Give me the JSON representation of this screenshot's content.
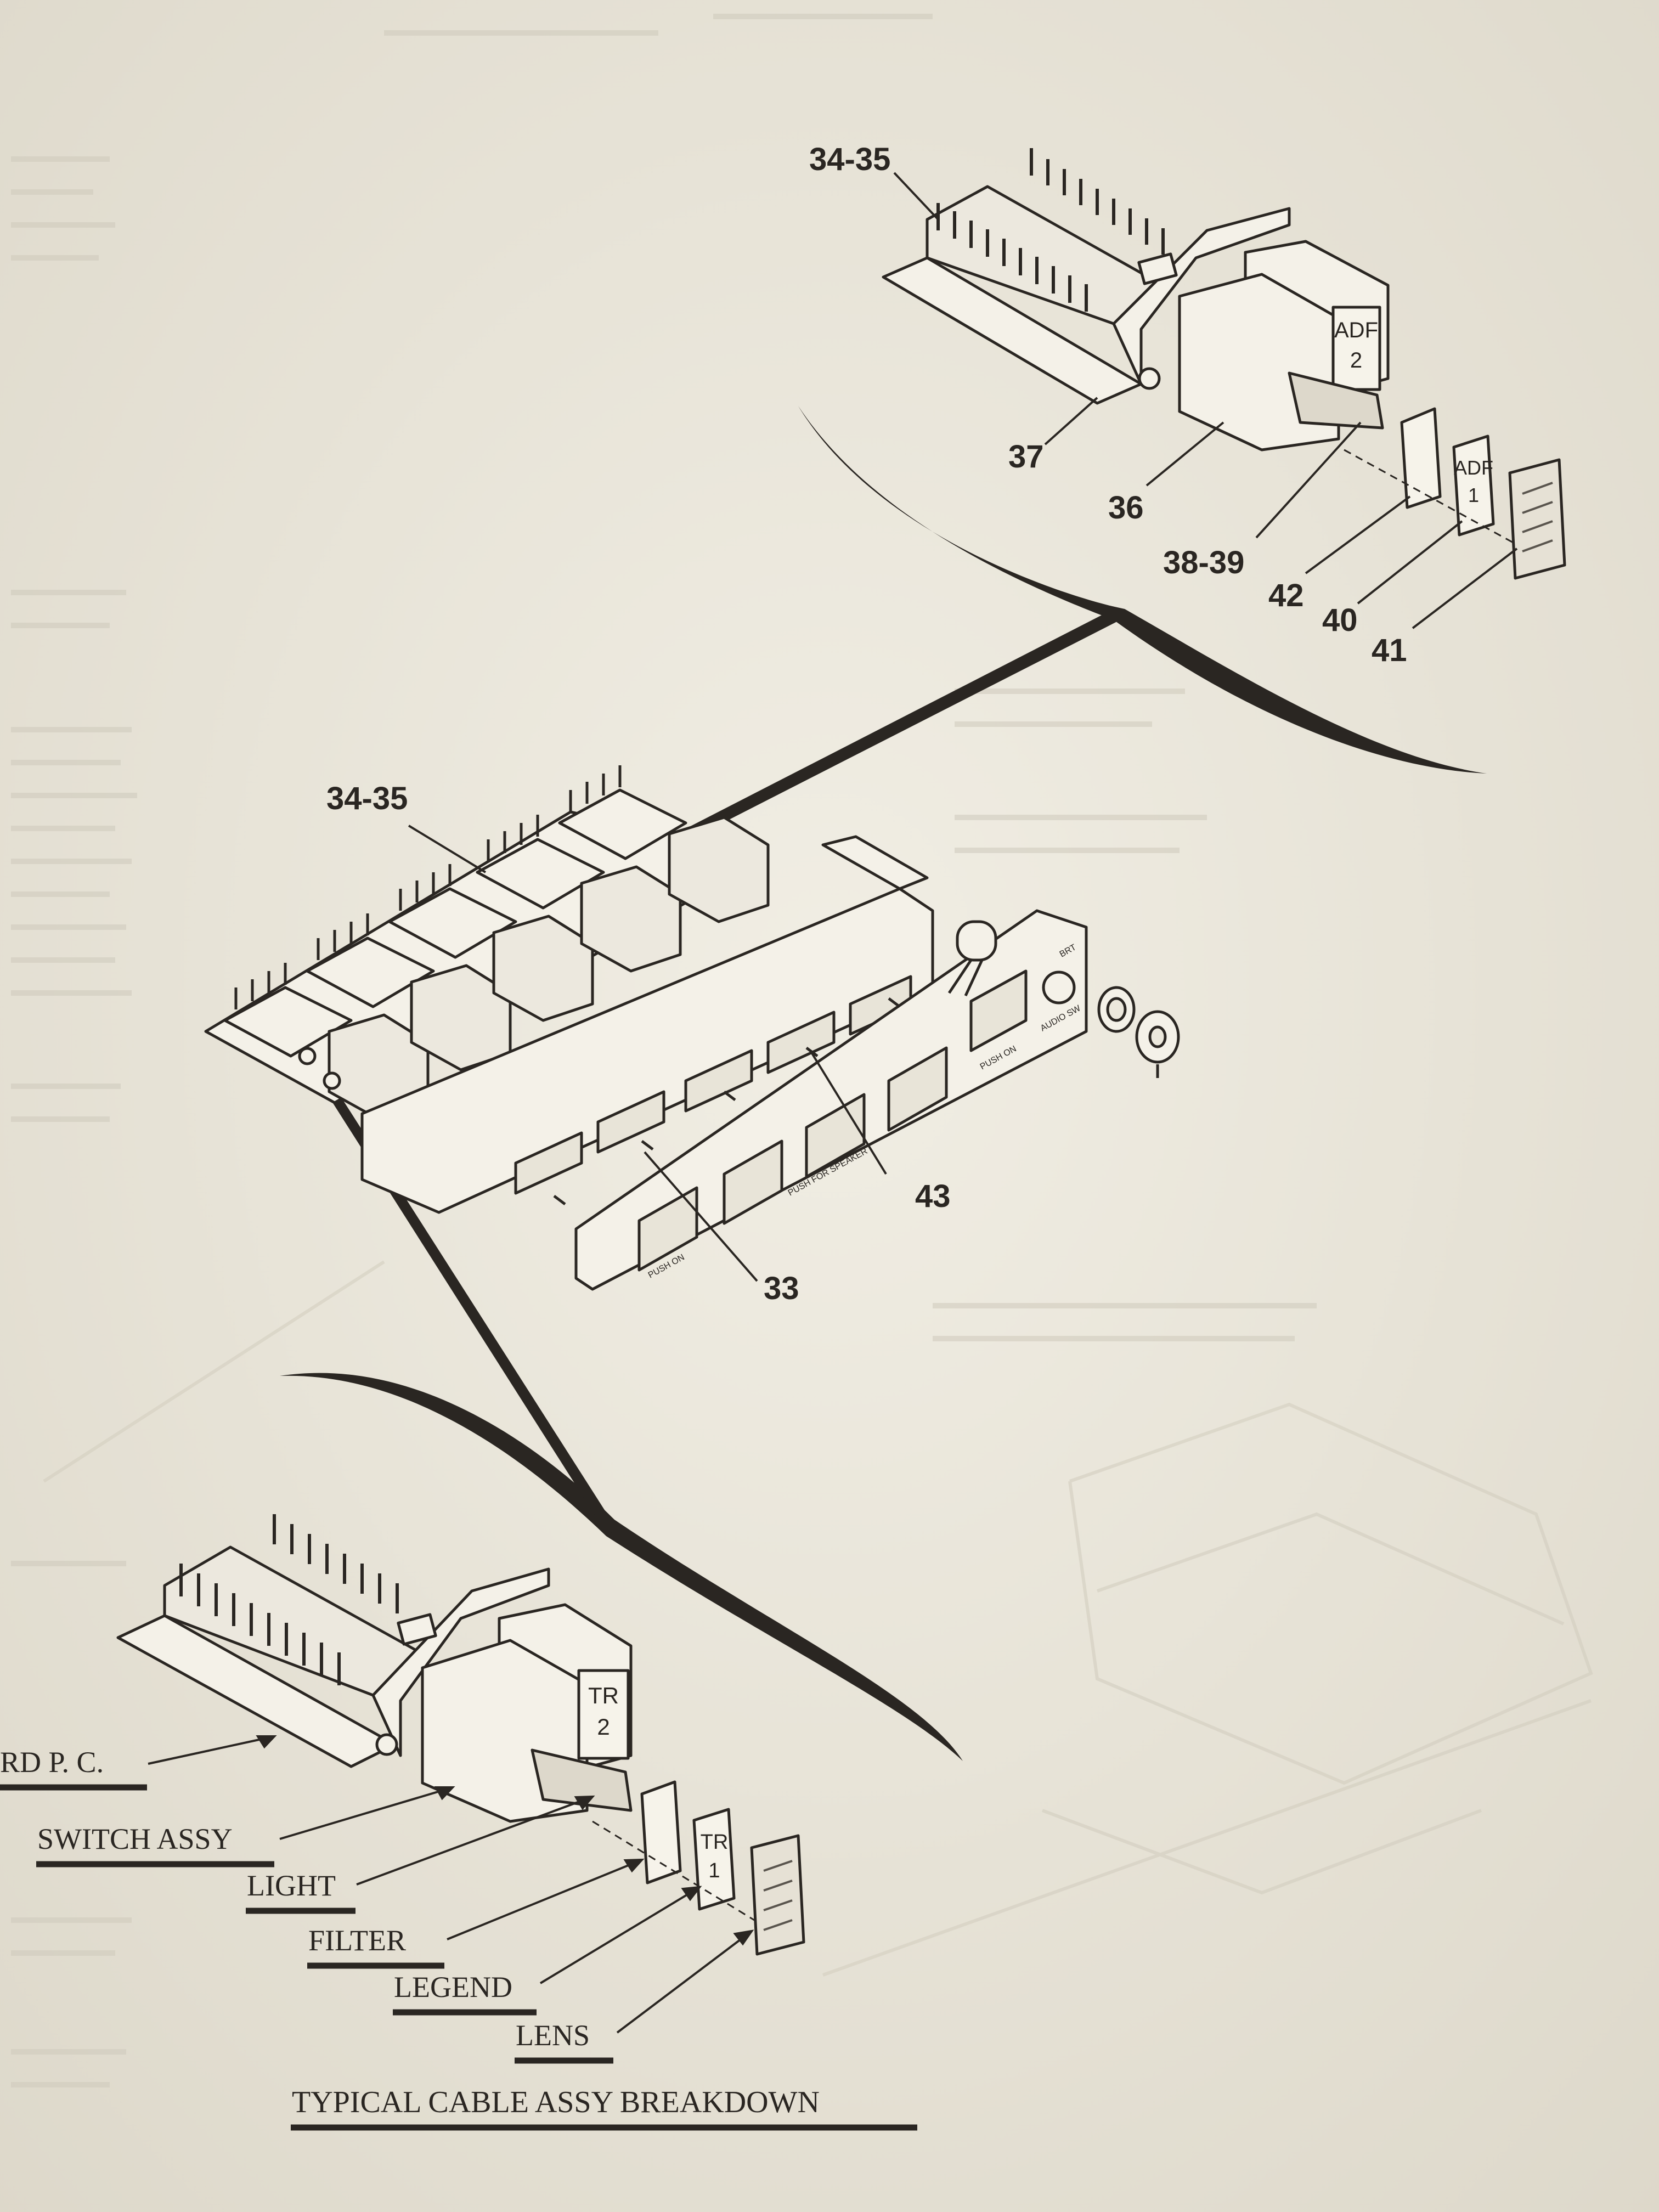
{
  "callouts": {
    "top_assembly": [
      "34-35",
      "37",
      "36",
      "38-39",
      "42",
      "40",
      "41"
    ],
    "middle_assembly": [
      "34-35",
      "43",
      "33"
    ]
  },
  "switch_caps": {
    "top_main": [
      "ADF",
      "2"
    ],
    "top_legend": [
      "ADF",
      "1"
    ],
    "bottom_main": [
      "TR",
      "2"
    ],
    "bottom_legend": [
      "TR",
      "1"
    ]
  },
  "panel_markings": {
    "push_on_1": "PUSH ON",
    "push_for_speaker": "PUSH FOR SPEAKER",
    "push_on_2": "PUSH ON",
    "audio_sw": "AUDIO SW",
    "knob_mark": "BRT"
  },
  "breakdown_labels": {
    "pc_board": "RD P. C.",
    "switch_assy": "SWITCH ASSY",
    "light": "LIGHT",
    "filter": "FILTER",
    "legend": "LEGEND",
    "lens": "LENS",
    "caption": "TYPICAL CABLE ASSY BREAKDOWN"
  },
  "colors": {
    "paper": "#ece8dc",
    "ink": "#2a2622"
  }
}
